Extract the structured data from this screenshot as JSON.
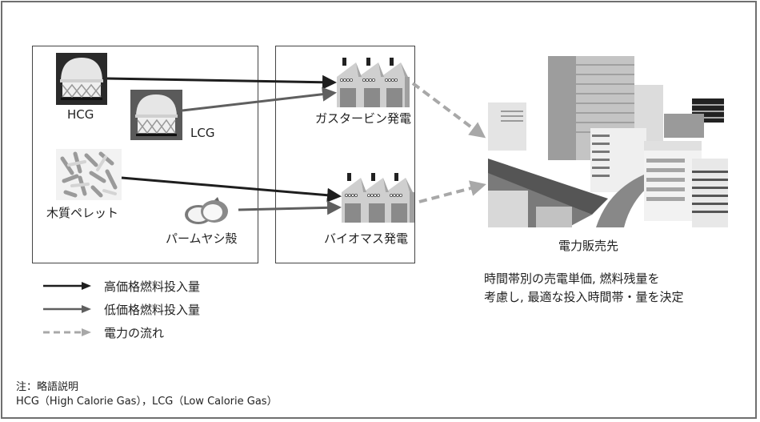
{
  "sources": {
    "hcg": "HCG",
    "lcg": "LCG",
    "wood_pellet": "木質ペレット",
    "palm_kernel_shell": "パームヤシ殻"
  },
  "plants": {
    "gas_turbine": "ガスタービン発電",
    "biomass": "バイオマス発電"
  },
  "destination": {
    "title": "電力販売先",
    "description_line1": "時間帯別の売電単価, 燃料残量を",
    "description_line2": "考慮し, 最適な投入時間帯・量を決定"
  },
  "legend": {
    "high_price": "高価格燃料投入量",
    "low_price": "低価格燃料投入量",
    "power_flow": "電力の流れ"
  },
  "note": {
    "title": "注：略語説明",
    "text": "HCG（High Calorie Gas），LCG（Low Calorie Gas）"
  },
  "colors": {
    "high_price_arrow": "#1e1e1e",
    "low_price_arrow": "#5f5f5f",
    "power_flow_arrow": "#a8a8a8"
  }
}
